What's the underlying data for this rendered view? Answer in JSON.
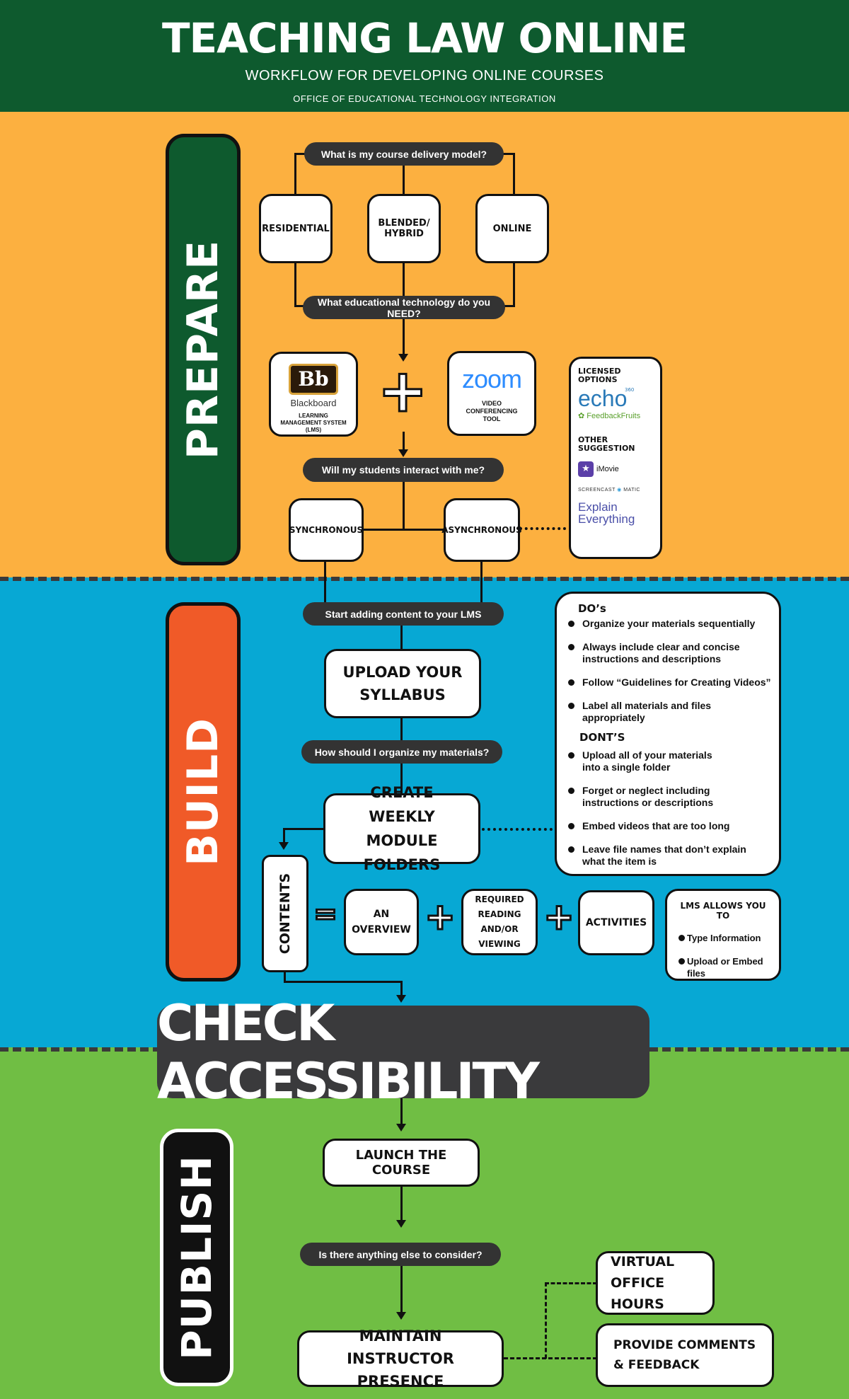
{
  "header": {
    "title": "TEACHING LAW ONLINE",
    "subtitle": "WORKFLOW FOR  DEVELOPING ONLINE COURSES",
    "office": "OFFICE OF EDUCATIONAL TECHNOLOGY INTEGRATION"
  },
  "phases": {
    "prepare": "PREPARE",
    "build": "BUILD",
    "publish": "PUBLISH"
  },
  "prepare": {
    "q_delivery": "What is my course delivery model?",
    "models": [
      "RESIDENTIAL",
      "BLENDED/ HYBRID",
      "ONLINE"
    ],
    "q_tech": "What educational technology do you NEED?",
    "blackboard": {
      "logo": "Bb",
      "name": "Blackboard",
      "caption": "LEARNING MANAGEMENT SYSTEM (LMS)"
    },
    "plus": "+",
    "zoom": {
      "logo": "zoom",
      "caption": "VIDEO CONFERENCING TOOL"
    },
    "q_interact": "Will my students interact with me?",
    "interaction": [
      "SYNCHRONOUS",
      "ASYNCHRONOUS"
    ],
    "tools": {
      "licensed_heading": "LICENSED OPTIONS",
      "echo": "echo",
      "echo_sup": "360",
      "feedbackfruits": "FeedbackFruits",
      "other_heading": "OTHER SUGGESTION",
      "imovie": "iMovie",
      "screencast": "SCREENCAST",
      "matic": "MATIC",
      "explain": "Explain",
      "everything": "Everything"
    }
  },
  "build": {
    "start": "Start adding content to your LMS",
    "upload": "UPLOAD YOUR SYLLABUS",
    "q_organize": "How should I organize my materials?",
    "weekly": "CREATE WEEKLY MODULE FOLDERS",
    "contents": "CONTENTS",
    "equals": "=",
    "items": [
      "AN OVERVIEW",
      "REQUIRED READING AND/OR VIEWING",
      "ACTIVITIES"
    ],
    "dos_heading": "DO’s",
    "dos": [
      "Organize your materials sequentially",
      "Always include clear and concise instructions and descriptions",
      "Follow  “Guidelines for Creating Videos”",
      "Label all materials and files appropriately"
    ],
    "donts_heading": "DONT’S",
    "donts": [
      "Upload all of your materials into a single folder",
      "Forget or neglect including instructions or descriptions",
      "Embed videos that are too long",
      "Leave file names that don’t explain what the item is"
    ],
    "lms_heading": "LMS ALLOWS YOU TO",
    "lms_items": [
      "Type Information",
      "Upload or Embed files"
    ]
  },
  "check": "CHECK ACCESSIBILITY",
  "publish": {
    "launch": "LAUNCH THE COURSE",
    "q_else": "Is there anything else to consider?",
    "maintain": "MAINTAIN INSTRUCTOR PRESENCE",
    "virtual": "VIRTUAL OFFICE HOURS",
    "comments": "PROVIDE COMMENTS & FEEDBACK"
  },
  "colors": {
    "header": "#0e5a2e",
    "prepare": "#fcb040",
    "build": "#07a8d4",
    "publish": "#70be44",
    "build_label": "#f05a28",
    "pill": "#333333"
  }
}
